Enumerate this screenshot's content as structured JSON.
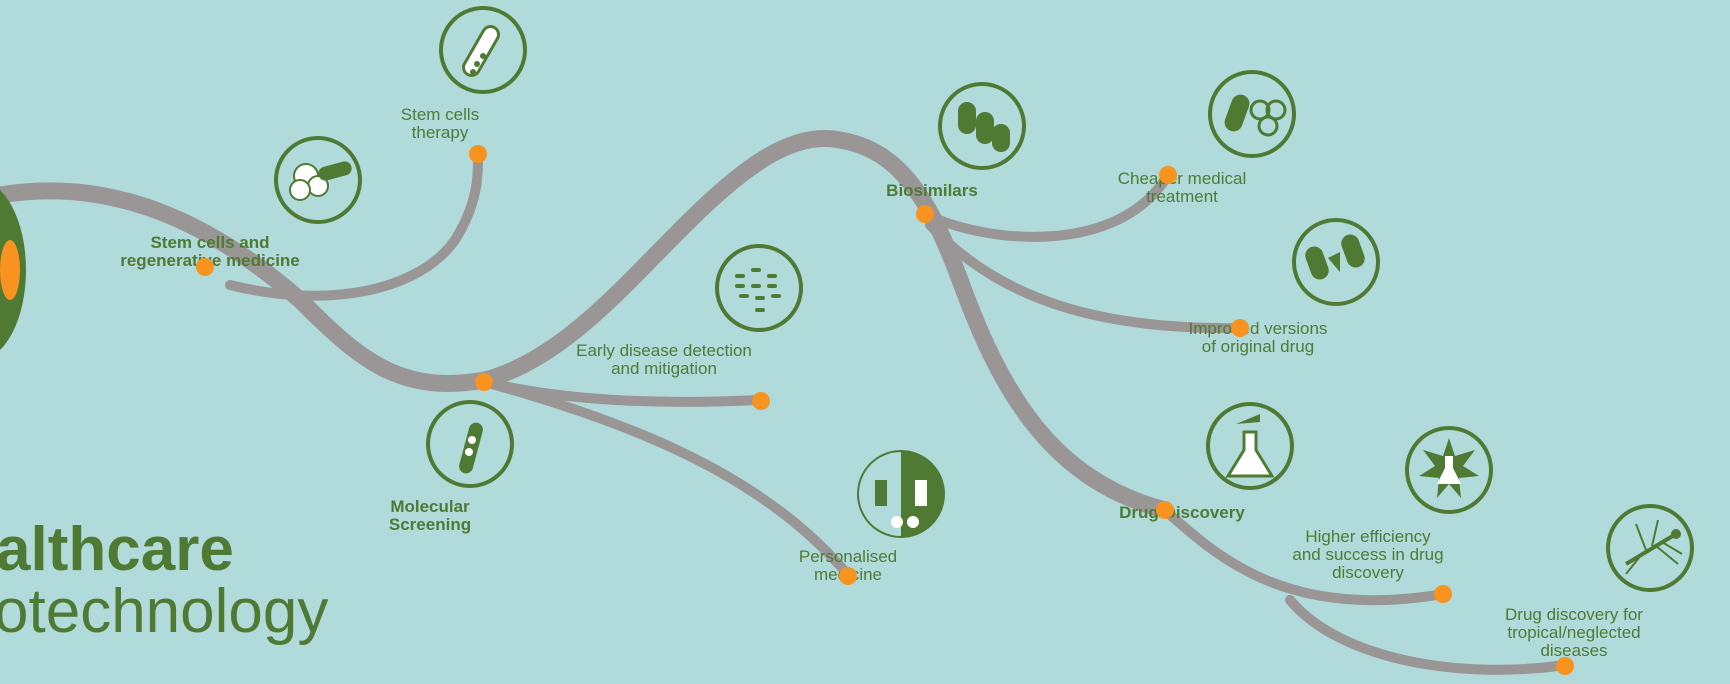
{
  "title_line1": "althcare",
  "title_line2": "otechnology",
  "nodes": {
    "stem_cells_regen": "Stem cells and\nregenerative medicine",
    "stem_cells_therapy": "Stem cells\ntherapy",
    "molecular_screening": "Molecular\nScreening",
    "early_detection": "Early disease detection\nand mitigation",
    "personalised": "Personalised\nmedicine",
    "biosimilars": "Biosimilars",
    "cheaper": "Cheaper medical\ntreatment",
    "improved": "Improved versions\nof original drug",
    "drug_discovery": "Drug Discovery",
    "higher_eff": "Higher efficiency\nand success in drug\ndiscovery",
    "tropical": "Drug discovery for\ntropical/neglected\ndiseases"
  },
  "colors": {
    "background": "#b1dbdb",
    "green": "#4f7a34",
    "branch": "#9a9696",
    "node": "#f7931e"
  }
}
